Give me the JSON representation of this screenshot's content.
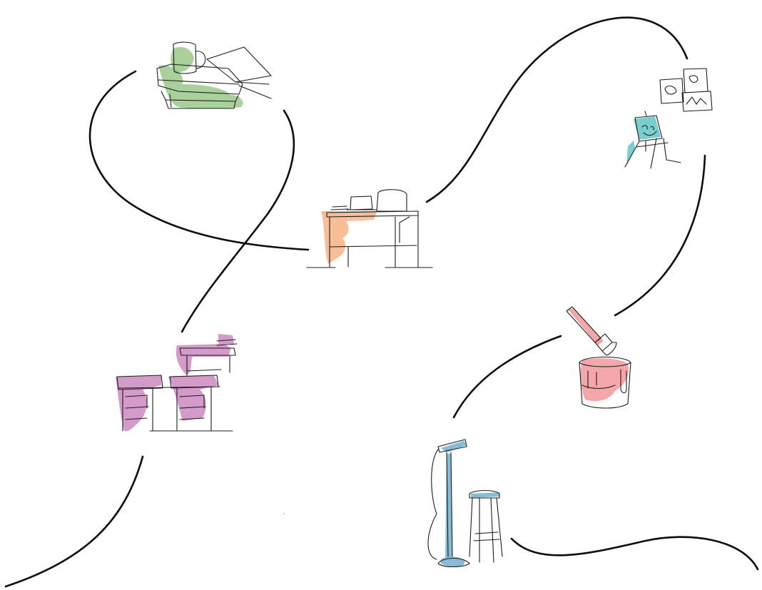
{
  "illustration": {
    "background": "#ffffff",
    "line_color": "#0d0d0d",
    "items": [
      {
        "name": "books-and-mug",
        "accent": "#8cc07a"
      },
      {
        "name": "office-desk",
        "accent": "#f5a874"
      },
      {
        "name": "easel-and-frames",
        "accent": "#4fbdc0"
      },
      {
        "name": "paint-can-and-brush",
        "accent": "#f08a8e"
      },
      {
        "name": "school-desks",
        "accent": "#c57ab8"
      },
      {
        "name": "microphone-and-stool",
        "accent": "#5fa6c6"
      }
    ]
  }
}
